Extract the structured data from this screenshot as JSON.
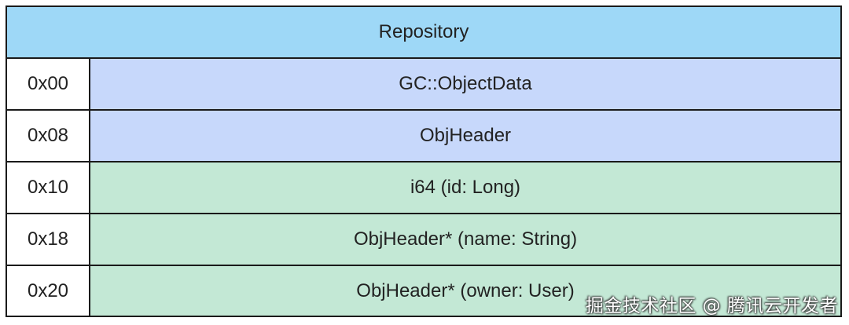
{
  "header": {
    "title": "Repository"
  },
  "rows": [
    {
      "offset": "0x00",
      "field": "GC::ObjectData"
    },
    {
      "offset": "0x08",
      "field": "ObjHeader"
    },
    {
      "offset": "0x10",
      "field": "i64 (id: Long)"
    },
    {
      "offset": "0x18",
      "field": "ObjHeader* (name: String)"
    },
    {
      "offset": "0x20",
      "field": "ObjHeader* (owner: User)"
    }
  ],
  "watermark": "掘金技术社区 @ 腾讯云开发者",
  "colors": {
    "header_bg": "#9ed8f7",
    "object_header_bg": "#c7d8fb",
    "field_bg": "#c3e8d5",
    "border": "#1a1a1a"
  }
}
